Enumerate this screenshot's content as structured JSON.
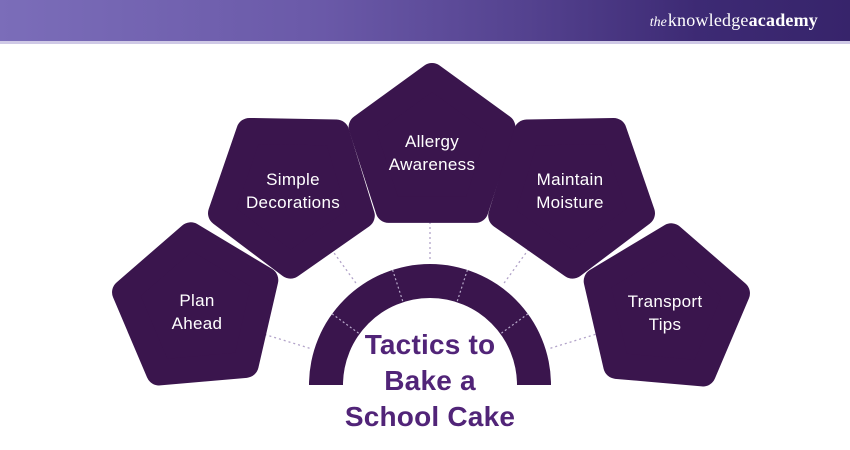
{
  "header": {
    "logo": {
      "prefix": "the",
      "word1": "knowledge",
      "word2": "academy"
    },
    "colors": {
      "gradient_left": "#7b6db9",
      "gradient_right": "#37246b",
      "underline_strip": "#cfc9e6",
      "logo_text": "#ffffff"
    }
  },
  "diagram": {
    "title": {
      "lines": [
        "Tactics to",
        "Bake a",
        "School Cake"
      ],
      "color": "#512478"
    },
    "shape_color": "#3a154d",
    "label_color": "#ffffff",
    "connector_color": "#b2a3c9",
    "divider_color": "#c7bcd9",
    "nodes": [
      {
        "id": "plan-ahead",
        "lines": [
          "Plan",
          "Ahead"
        ]
      },
      {
        "id": "simple-decorations",
        "lines": [
          "Simple",
          "Decorations"
        ]
      },
      {
        "id": "allergy-awareness",
        "lines": [
          "Allergy",
          "Awareness"
        ]
      },
      {
        "id": "maintain-moisture",
        "lines": [
          "Maintain",
          "Moisture"
        ]
      },
      {
        "id": "transport-tips",
        "lines": [
          "Transport",
          "Tips"
        ]
      }
    ]
  }
}
